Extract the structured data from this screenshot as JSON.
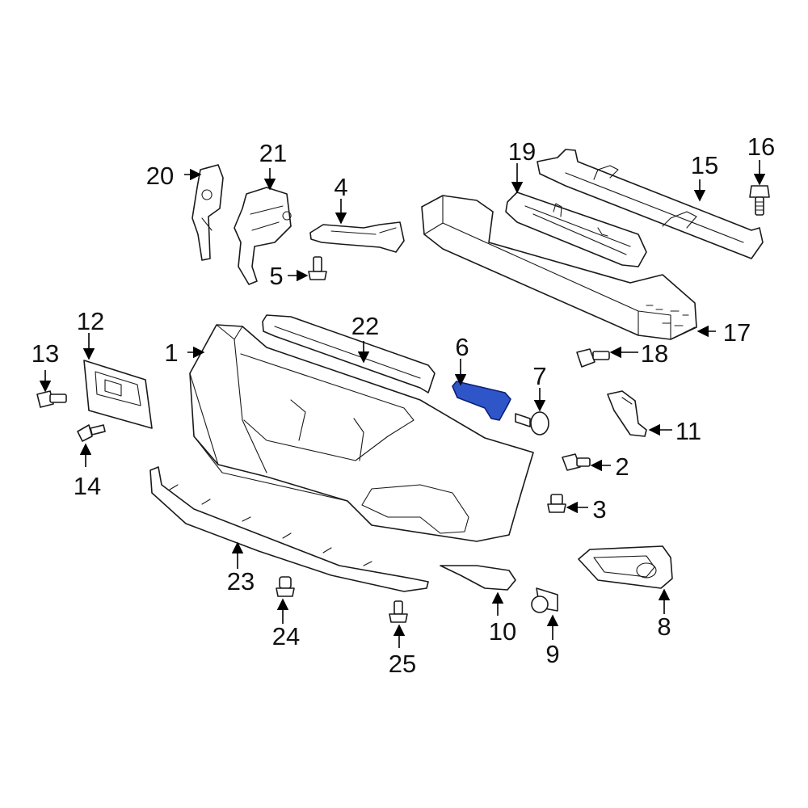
{
  "diagram": {
    "highlight_color": "#2f56c8",
    "highlighted_part": "6",
    "callouts": [
      {
        "id": "c1",
        "text": "1"
      },
      {
        "id": "c2",
        "text": "2"
      },
      {
        "id": "c3",
        "text": "3"
      },
      {
        "id": "c4",
        "text": "4"
      },
      {
        "id": "c5",
        "text": "5"
      },
      {
        "id": "c6",
        "text": "6"
      },
      {
        "id": "c7",
        "text": "7"
      },
      {
        "id": "c8",
        "text": "8"
      },
      {
        "id": "c9",
        "text": "9"
      },
      {
        "id": "c10",
        "text": "10"
      },
      {
        "id": "c11",
        "text": "11"
      },
      {
        "id": "c12",
        "text": "12"
      },
      {
        "id": "c13",
        "text": "13"
      },
      {
        "id": "c14",
        "text": "14"
      },
      {
        "id": "c15",
        "text": "15"
      },
      {
        "id": "c16",
        "text": "16"
      },
      {
        "id": "c17",
        "text": "17"
      },
      {
        "id": "c18",
        "text": "18"
      },
      {
        "id": "c19",
        "text": "19"
      },
      {
        "id": "c20",
        "text": "20"
      },
      {
        "id": "c21",
        "text": "21"
      },
      {
        "id": "c22",
        "text": "22"
      },
      {
        "id": "c23",
        "text": "23"
      },
      {
        "id": "c24",
        "text": "24"
      },
      {
        "id": "c25",
        "text": "25"
      }
    ]
  }
}
